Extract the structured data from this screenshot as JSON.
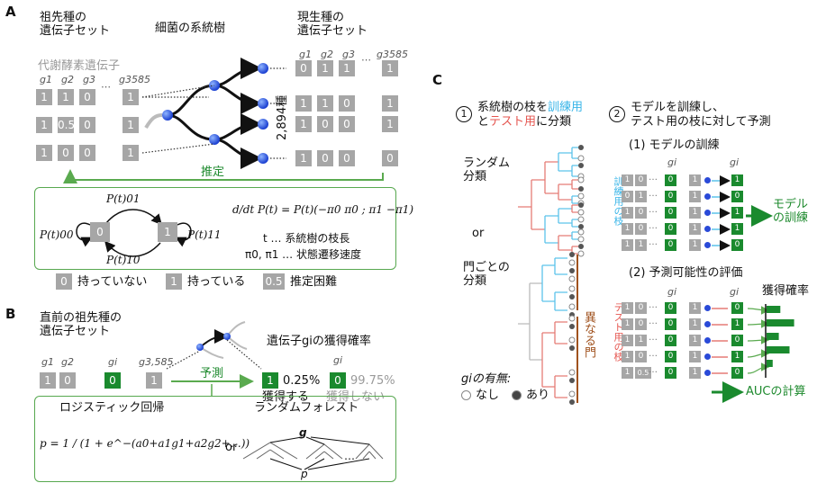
{
  "panelA": {
    "letter": "A",
    "ancestor_title": "祖先種の\n遺伝子セット",
    "tree_title": "細菌の系統樹",
    "extant_title": "現生種の\n遺伝子セット",
    "metabolic_label": "代謝酵素遺伝子",
    "ancestor_headers": [
      "g1",
      "g2",
      "g3",
      "⋯",
      "g3585"
    ],
    "ancestor_rows": [
      [
        "1",
        "1",
        "0",
        "1"
      ],
      [
        "1",
        "0.5",
        "0",
        "1"
      ],
      [
        "1",
        "0",
        "0",
        "1"
      ]
    ],
    "extant_headers": [
      "g1",
      "g2",
      "g3",
      "⋯",
      "g3585"
    ],
    "extant_rows": [
      [
        "0",
        "1",
        "1",
        "1"
      ],
      [
        "1",
        "1",
        "0",
        "1"
      ],
      [
        "1",
        "0",
        "0",
        "1"
      ],
      [
        "1",
        "0",
        "0",
        "0"
      ]
    ],
    "species_count": "2,894種",
    "infer_label": "推定",
    "model": {
      "p01": "P(t)01",
      "p00": "P(t)00",
      "p11": "P(t)11",
      "p10": "P(t)10",
      "state0": "0",
      "state1": "1",
      "equation": "d/dt P(t) = P(t)(−π0 π0 ; π1 −π1)",
      "t_desc": "t … 系統樹の枝長",
      "pi_desc": "π0, π1 … 状態遷移速度"
    },
    "legend": [
      {
        "value": "0",
        "text": "持っていない"
      },
      {
        "value": "1",
        "text": "持っている"
      },
      {
        "value": "0.5",
        "text": "推定困難"
      }
    ]
  },
  "panelB": {
    "letter": "B",
    "ancestor_title": "直前の祖先種の\n遺伝子セット",
    "headers": [
      "g1",
      "g2",
      "gi",
      "g3,585"
    ],
    "cells": [
      "1",
      "0",
      "0",
      "1"
    ],
    "predict_label": "予測",
    "gain_title": "遺伝子giの獲得確率",
    "gain": {
      "value": "1",
      "pct": "0.25%",
      "label": "獲得する"
    },
    "nogain": {
      "value": "0",
      "pct": "99.75%",
      "label": "獲得しない"
    },
    "gi_label": "gi",
    "logistic_title": "ロジスティック回帰",
    "logistic_formula": "p = 1 / (1 + e^−(a0+a1g1+a2g2+…))",
    "or_label": "or",
    "forest_title": "ランダムフォレスト",
    "forest_g": "g",
    "forest_p": "p",
    "forest_dots": "…"
  },
  "panelC": {
    "letter": "C",
    "step1_num": "1",
    "step1_line1a": "系統樹の枝を",
    "step1_train": "訓練用",
    "step1_line2a": "と",
    "step1_test": "テスト用",
    "step1_line2b": "に分類",
    "step2_num": "2",
    "step2_line1": "モデルを訓練し、",
    "step2_line2": "テスト用の枝に対して予測",
    "random_label": "ランダム\n分類",
    "or_label": "or",
    "phylum_label": "門ごとの\n分類",
    "diff_phylum": "異なる門",
    "train_title": "(1) モデルの訓練",
    "train_side": "訓練用の枝",
    "train_result": "モデル\nの訓練",
    "eval_title": "(2) 予測可能性の評価",
    "test_side": "テスト用の枝",
    "gain_prob": "獲得確率",
    "auc_label": "AUCの計算",
    "gi_label": "gi",
    "presence_title": "giの有無:",
    "absent": "なし",
    "present": "あり",
    "train_rows": [
      [
        "1",
        "0",
        "0",
        "1",
        "1"
      ],
      [
        "0",
        "1",
        "0",
        "1",
        "0"
      ],
      [
        "1",
        "0",
        "0",
        "1",
        "1"
      ],
      [
        "1",
        "0",
        "0",
        "1",
        "1"
      ],
      [
        "1",
        "1",
        "0",
        "1",
        "0"
      ]
    ],
    "test_rows": [
      [
        "1",
        "0",
        "0",
        "1",
        "0"
      ],
      [
        "1",
        "0",
        "0",
        "1",
        "1"
      ],
      [
        "1",
        "1",
        "0",
        "1",
        "0"
      ],
      [
        "1",
        "0",
        "0",
        "1",
        "1"
      ],
      [
        "1",
        "0.5",
        "0",
        "1",
        "0"
      ]
    ],
    "gain_values": [
      0.45,
      0.9,
      0.4,
      0.75,
      0.2
    ]
  }
}
